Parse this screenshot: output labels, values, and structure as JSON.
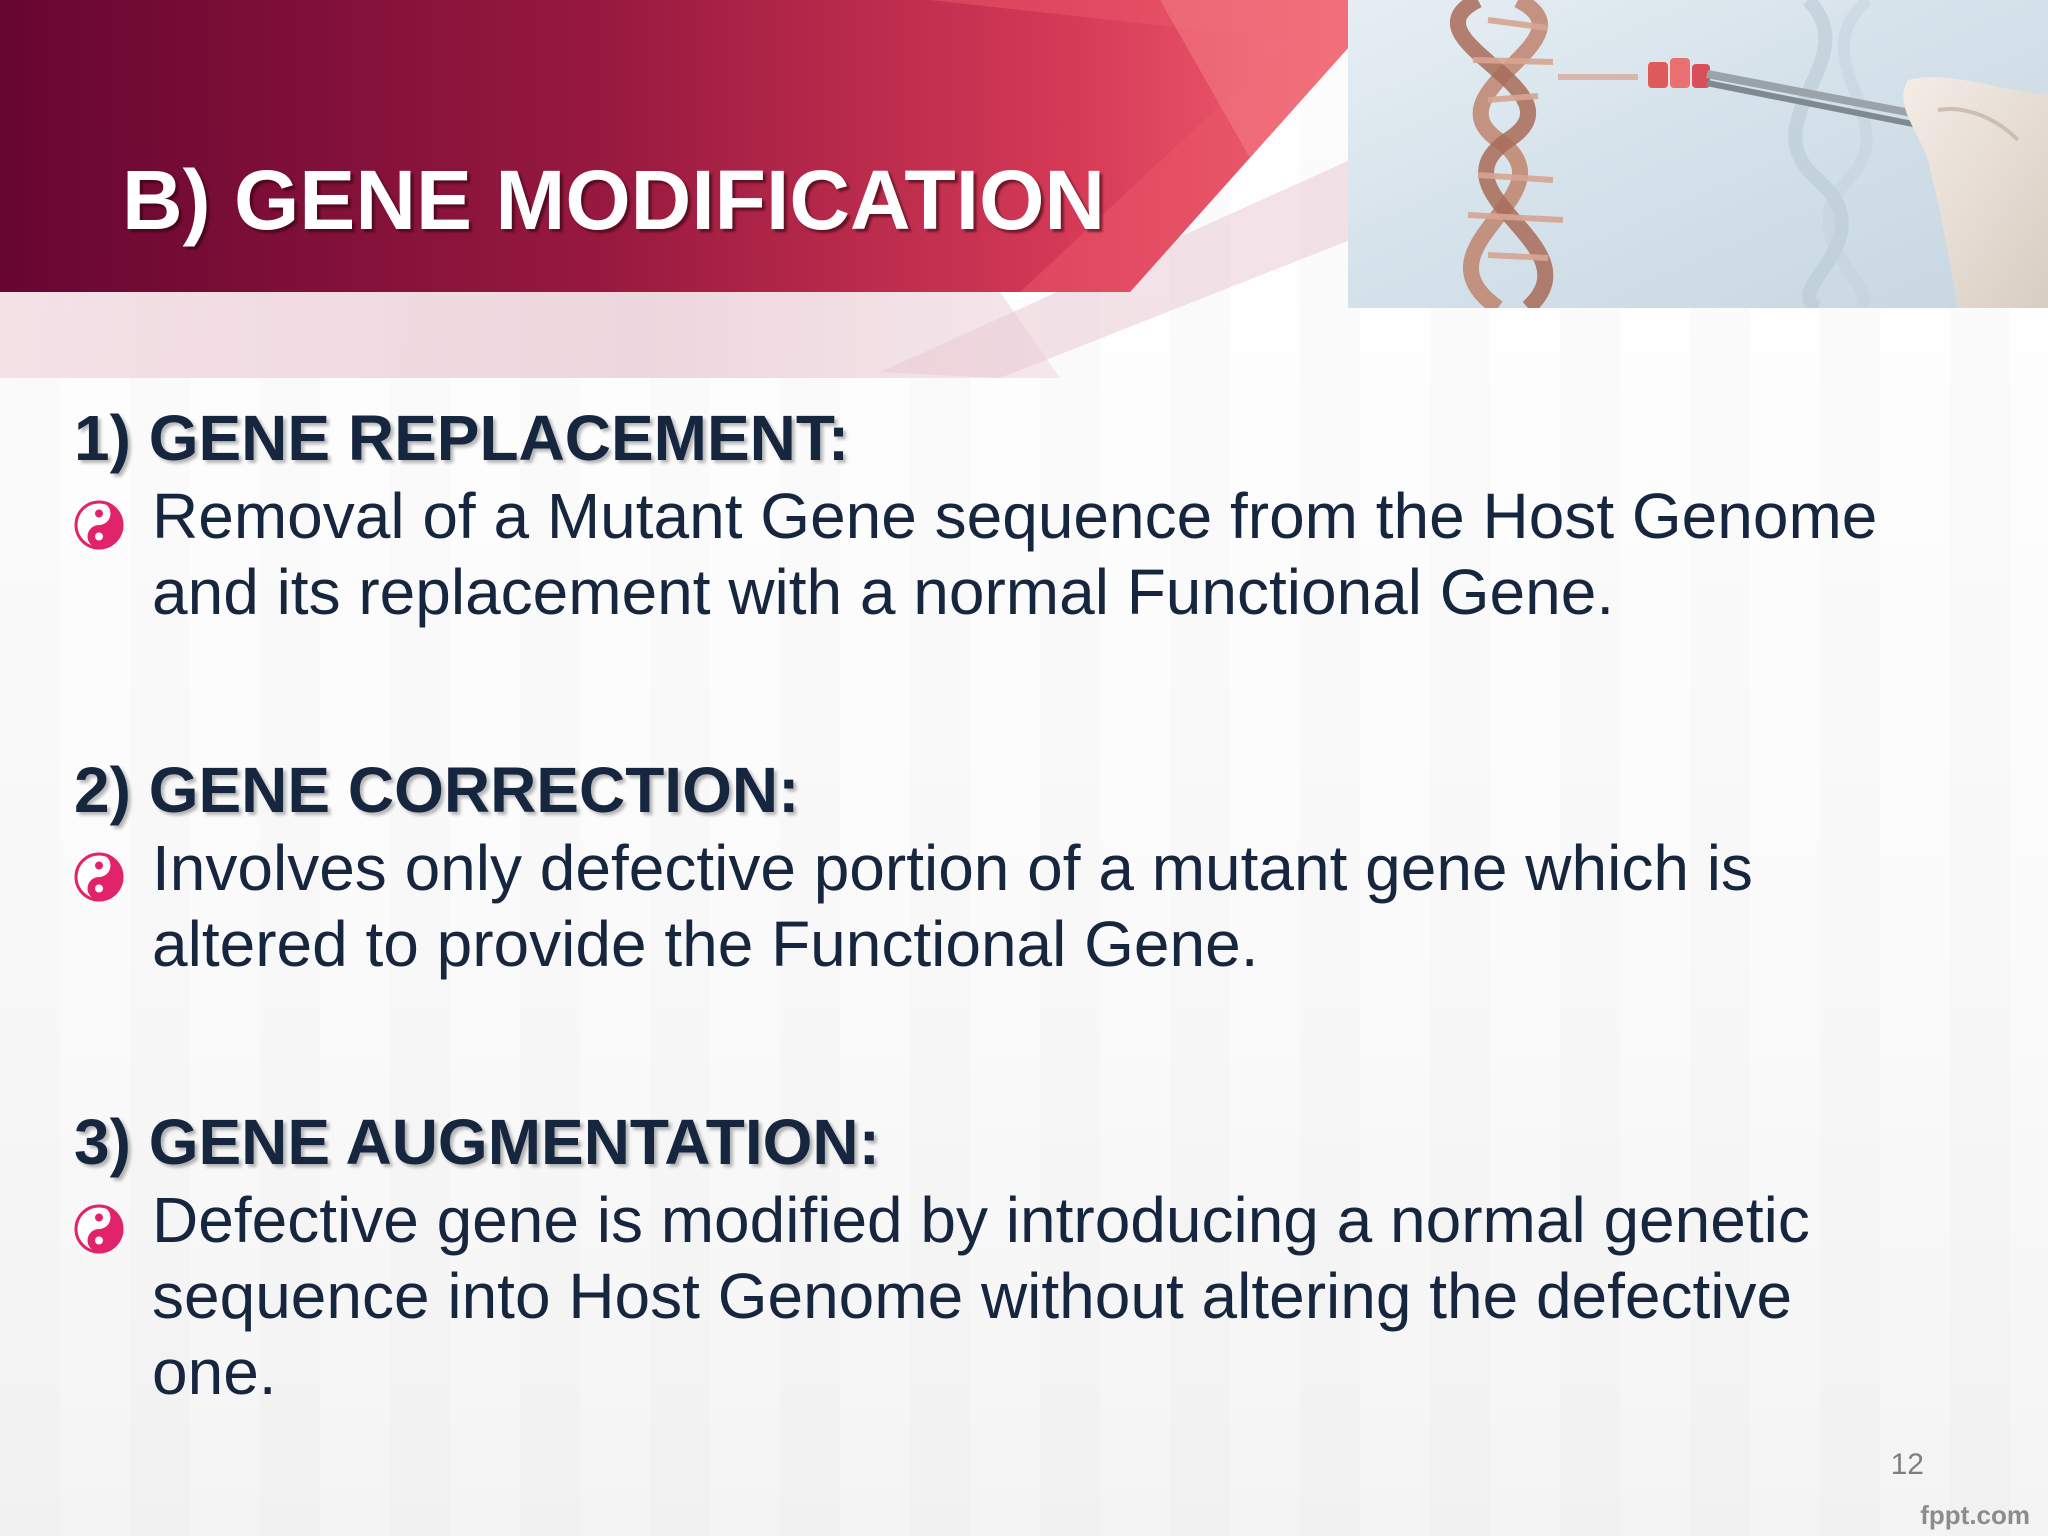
{
  "slide": {
    "title": "B) GENE MODIFICATION",
    "page_number": "12",
    "watermark": "fppt.com"
  },
  "colors": {
    "banner_dark": "#6e0a33",
    "banner_mid": "#a3203f",
    "banner_light": "#f05a6b",
    "text_dark": "#17263f",
    "bullet_icon": "#e2226a"
  },
  "sections": [
    {
      "heading": "1) GENE REPLACEMENT:",
      "bullet_icon": "yin-yang-icon",
      "lines": [
        "Removal of a Mutant Gene sequence from the Host Genome",
        "and its replacement with a normal Functional Gene."
      ]
    },
    {
      "heading": "2) GENE CORRECTION:",
      "bullet_icon": "yin-yang-icon",
      "lines": [
        "Involves only defective portion of a mutant gene which is",
        "altered to provide the Functional Gene."
      ]
    },
    {
      "heading": "3) GENE AUGMENTATION:",
      "bullet_icon": "yin-yang-icon",
      "lines": [
        "Defective gene is modified by introducing a normal genetic",
        "sequence into Host Genome without altering the defective",
        "one."
      ]
    }
  ]
}
